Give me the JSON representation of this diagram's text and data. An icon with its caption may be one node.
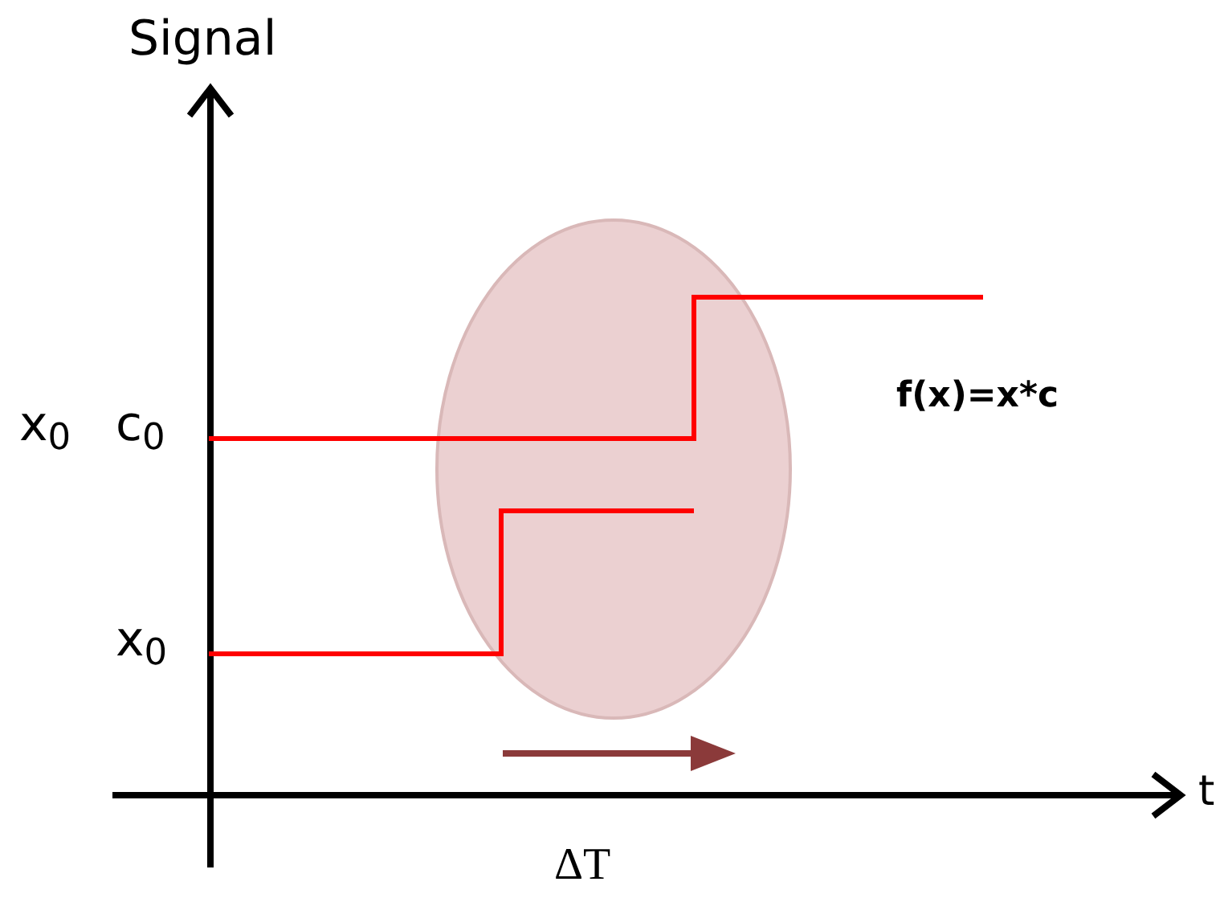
{
  "diagram": {
    "labels": [
      "Signal",
      "x$_{0}$",
      "c$_{0}$",
      "f(x)=x*c",
      "x$_{0}$",
      "t",
      "ΔT"
    ]
  }
}
